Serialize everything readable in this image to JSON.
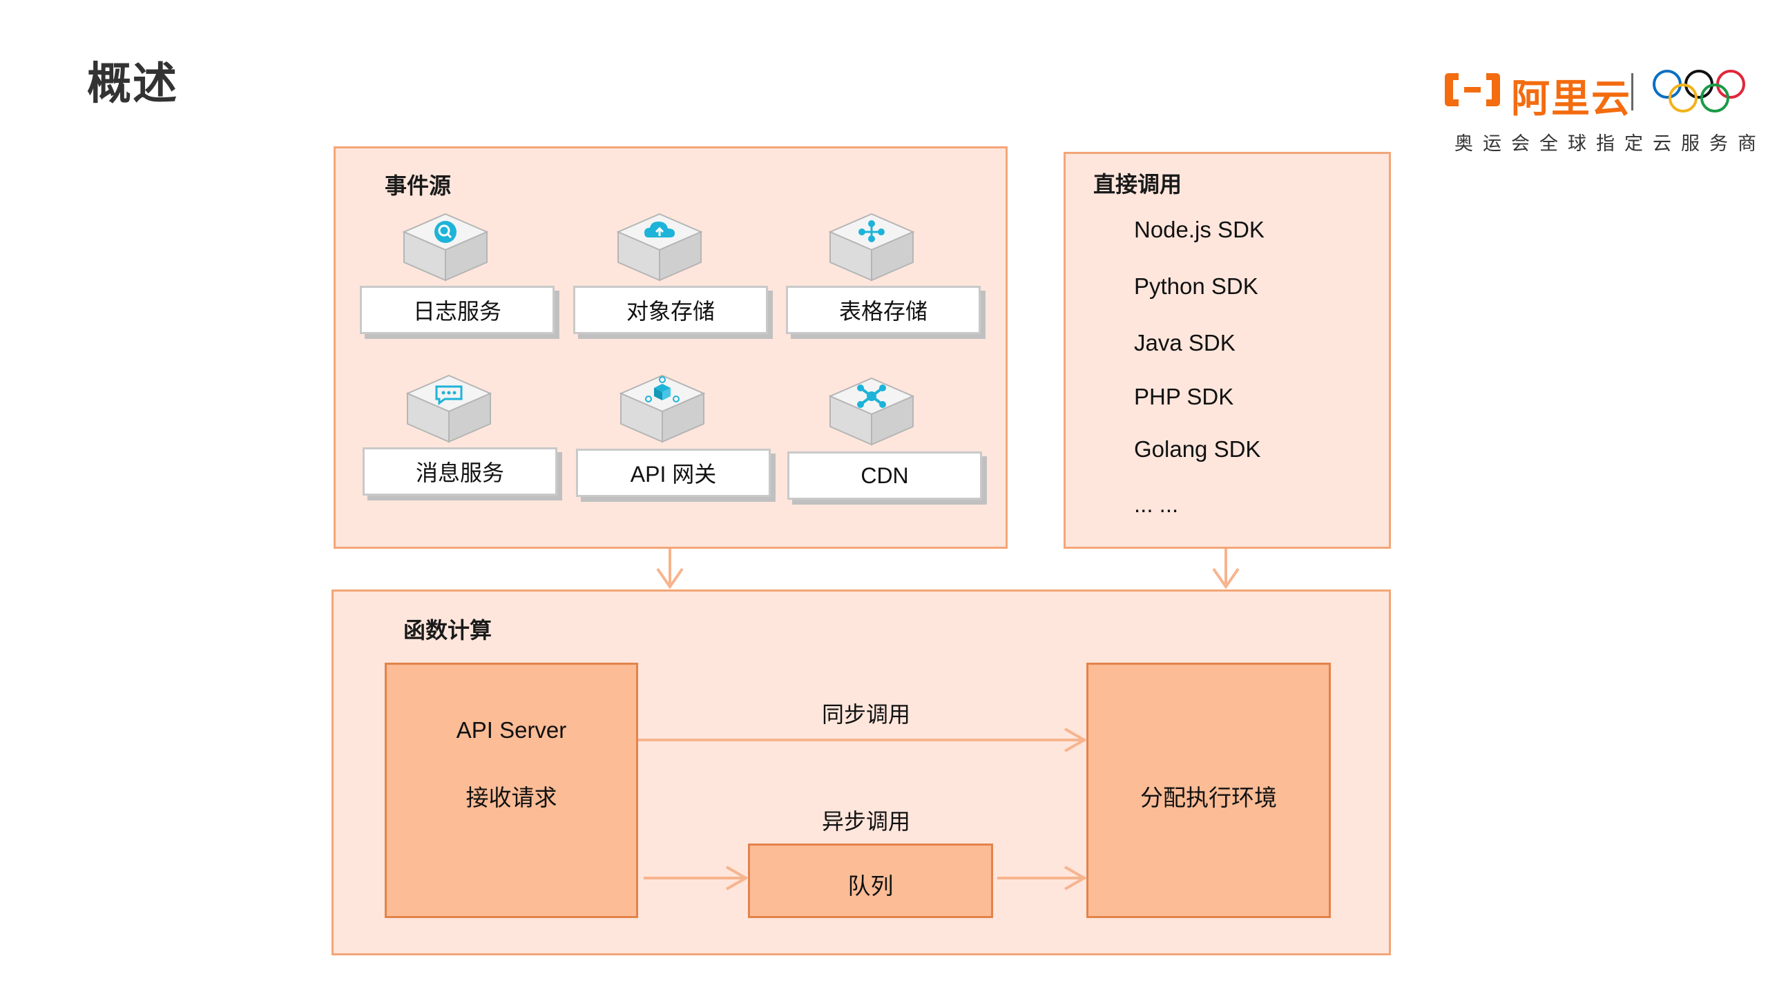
{
  "page": {
    "title": "概述"
  },
  "brand": {
    "name": "阿里云",
    "slogan": "奥运会全球指定云服务商",
    "logo_icon": "aliyun-logo-icon",
    "rings_icon": "olympic-rings-icon",
    "accent": "#f36c10"
  },
  "event_sources": {
    "title": "事件源",
    "items": [
      {
        "label": "日志服务",
        "icon": "log-search-icon"
      },
      {
        "label": "对象存储",
        "icon": "cloud-upload-icon"
      },
      {
        "label": "表格存储",
        "icon": "table-nodes-icon"
      },
      {
        "label": "消息服务",
        "icon": "message-icon"
      },
      {
        "label": "API 网关",
        "icon": "gateway-cube-icon"
      },
      {
        "label": "CDN",
        "icon": "cdn-network-icon"
      }
    ]
  },
  "direct_invoke": {
    "title": "直接调用",
    "items": [
      "Node.js SDK",
      "Python SDK",
      "Java SDK",
      "PHP SDK",
      "Golang SDK",
      "... ..."
    ]
  },
  "function_compute": {
    "title": "函数计算",
    "api_server": {
      "line1": "API Server",
      "line2": "接收请求"
    },
    "sync_label": "同步调用",
    "async_label": "异步调用",
    "queue": "队列",
    "exec_env": "分配执行环境"
  },
  "colors": {
    "panel_fill": "#fee6dc",
    "panel_border": "#f4a577",
    "box_fill": "#fbbc96",
    "box_border": "#e3834a",
    "arrow": "#f7b48e",
    "icon_teal": "#1eb3d8"
  }
}
